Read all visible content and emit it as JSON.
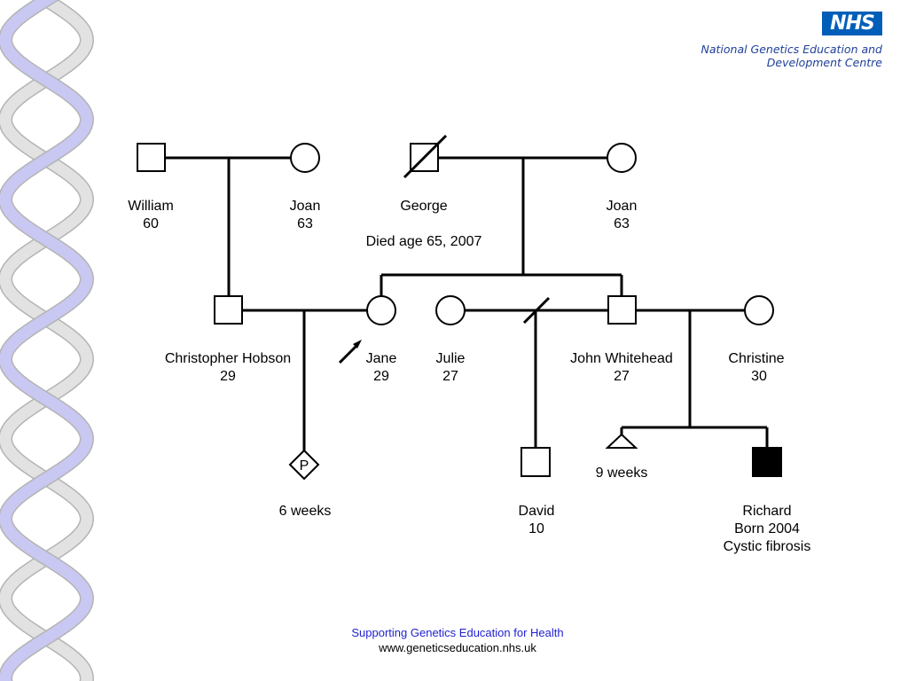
{
  "header": {
    "logo_text": "NHS",
    "org_line_1": "National Genetics Education and",
    "org_line_2": "Development Centre",
    "brand_color": "#005eb8"
  },
  "pedigree": {
    "people": {
      "william": {
        "name": "William",
        "detail": "60"
      },
      "joan_1": {
        "name": "Joan",
        "detail": "63"
      },
      "george": {
        "name": "George",
        "detail": "Died age 65, 2007"
      },
      "joan_2": {
        "name": "Joan",
        "detail": "63"
      },
      "christopher": {
        "name": "Christopher Hobson",
        "detail": "29"
      },
      "jane": {
        "name": "Jane",
        "detail": "29"
      },
      "julie": {
        "name": "Julie",
        "detail": "27"
      },
      "john": {
        "name": "John Whitehead",
        "detail": "27"
      },
      "christine": {
        "name": "Christine",
        "detail": "30"
      },
      "pregnancy": {
        "symbol_text": "P",
        "detail": "6 weeks"
      },
      "miscarriage": {
        "detail": "9 weeks"
      },
      "david": {
        "name": "David",
        "detail": "10"
      },
      "richard": {
        "name": "Richard",
        "detail": "Born 2004",
        "condition": "Cystic fibrosis"
      }
    }
  },
  "footer": {
    "tagline": "Supporting Genetics Education for Health",
    "url": "www.geneticseducation.nhs.uk"
  },
  "colors": {
    "tagline": "#1f1fd0",
    "org_text": "#1f3f99",
    "dna_strand": "#c8c8f2",
    "dna_strand_light": "#e2e2e2"
  }
}
